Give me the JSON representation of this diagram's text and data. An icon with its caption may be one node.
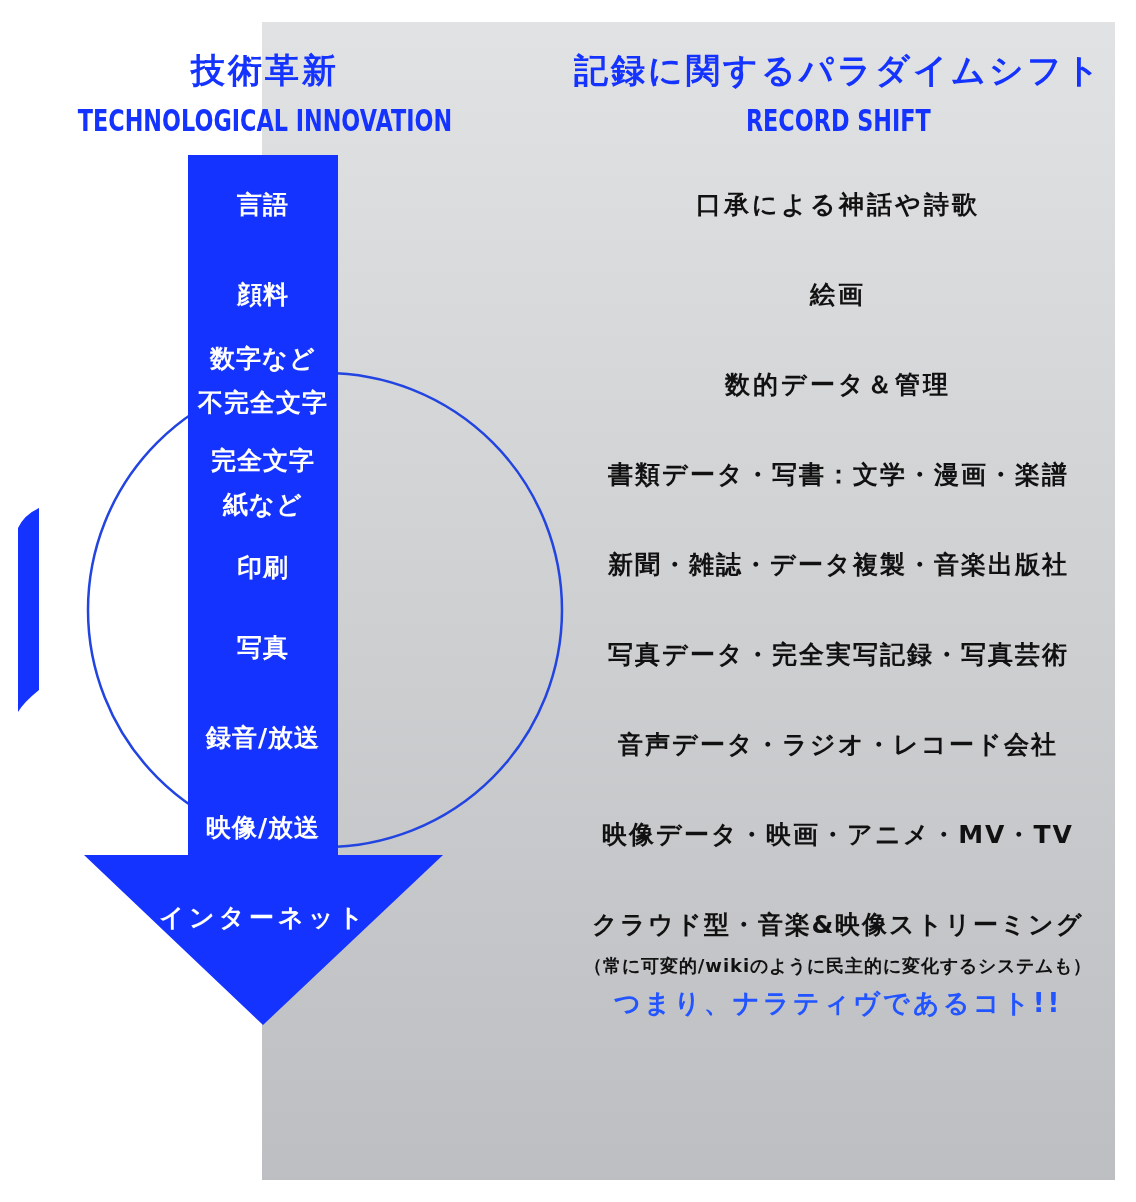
{
  "diagram": {
    "nodes": [
      {
        "text": [],
        "shape": "arrow"
      },
      {
        "text": [
          "言語"
        ],
        "in": 0
      },
      {
        "text": [
          "顔料"
        ],
        "in": 0
      },
      {
        "text": [
          "数字など",
          "不完全文字"
        ],
        "in": 0
      },
      {
        "text": [
          "完全文字",
          "紙など"
        ],
        "in": 0
      },
      {
        "text": [
          "印刷"
        ],
        "in": 0
      },
      {
        "text": [
          "写真"
        ],
        "in": 0
      },
      {
        "text": [
          "録音/放送"
        ],
        "in": 0
      },
      {
        "text": [
          "映像/放送"
        ],
        "in": 0
      },
      {
        "text": [
          "インターネット"
        ],
        "in": 0
      },
      {
        "text": [],
        "shape": "bar"
      }
    ],
    "edges": [],
    "labels": [
      "技術革新",
      "TECHNOLOGICAL INNOVATION",
      "記録に関するパラダイムシフト",
      "RECORD SHIFT",
      "口承による神話や詩歌",
      "絵画",
      "数的データ＆管理",
      "書類データ・写書：文学・漫画・楽譜",
      "新聞・雑誌・データ複製・音楽出版社",
      "写真データ・完全実写記録・写真芸術",
      "音声データ・ラジオ・レコード会社",
      "映像データ・映画・アニメ・MV・TV",
      "クラウド型・音楽&映像ストリーミング",
      "（常に可変的/wikiのように民主的に変化するシステムも）",
      "つまり、ナラティヴであるコト!!"
    ]
  }
}
